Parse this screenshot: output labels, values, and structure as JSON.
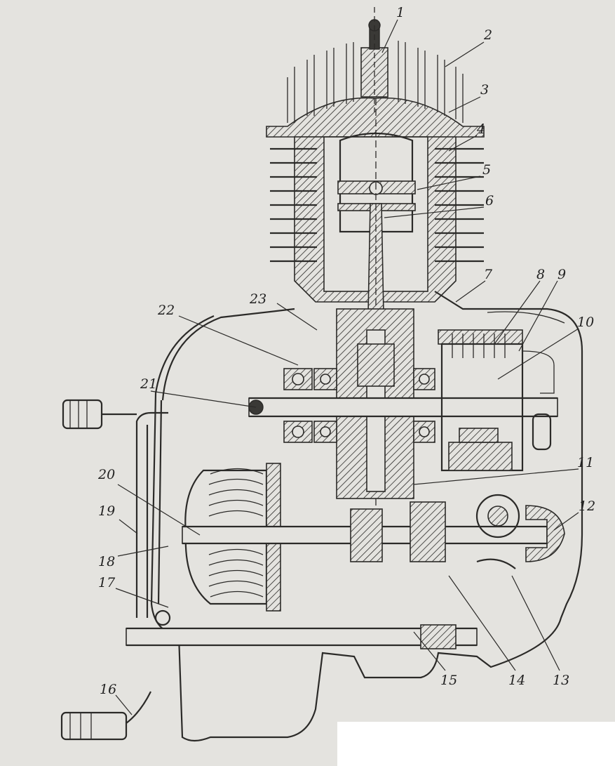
{
  "callouts": [
    "1",
    "2",
    "3",
    "4",
    "5",
    "6",
    "7",
    "8",
    "9",
    "10",
    "11",
    "12",
    "13",
    "14",
    "15",
    "16",
    "17",
    "18",
    "19",
    "20",
    "21",
    "22",
    "23"
  ],
  "colors": {
    "paper": "#e4e3df",
    "ink": "#2b2a28"
  }
}
